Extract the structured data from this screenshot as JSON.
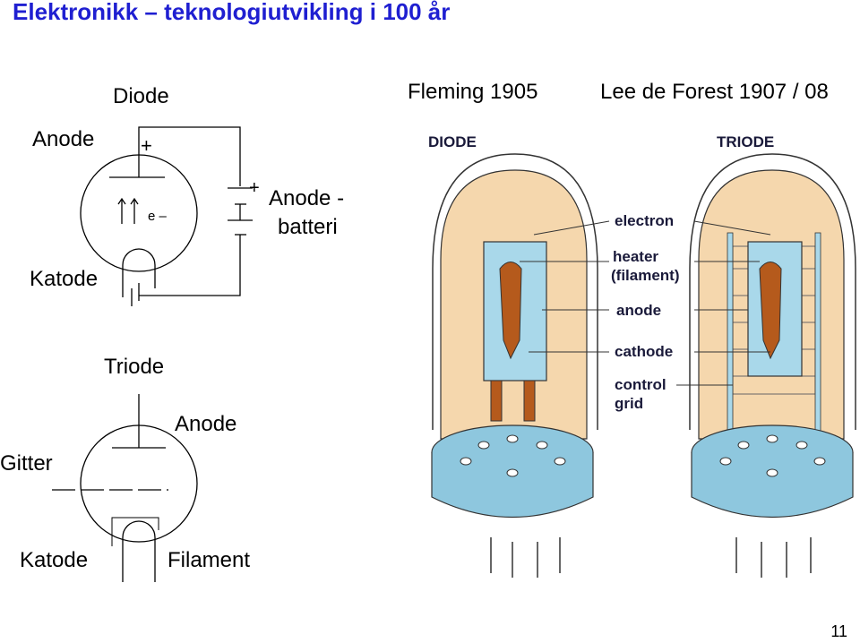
{
  "slide": {
    "title": "Elektronikk – teknologiutvikling i 100 år",
    "page_number": "11"
  },
  "diode_schematic": {
    "heading": "Diode",
    "anode_label": "Anode",
    "cathode_label": "Katode",
    "plus_sign": "+",
    "electron_label": "e –",
    "battery_label_line1": "Anode -",
    "battery_label_line2": "batteri"
  },
  "triode_schematic": {
    "heading": "Triode",
    "grid_label": "Gitter",
    "anode_label": "Anode",
    "cathode_label": "Katode",
    "filament_label": "Filament"
  },
  "history": {
    "fleming": "Fleming 1905",
    "forest": "Lee de Forest 1907 / 08"
  },
  "tube_illustration": {
    "diode_title": "DIODE",
    "triode_title": "TRIODE",
    "callouts": [
      "electron",
      "heater",
      "(filament)",
      "anode",
      "cathode",
      "control",
      "grid"
    ]
  },
  "colors": {
    "title": "#1f1fd1",
    "glass": "#f5d7ad",
    "electrode": "#a9d8ea",
    "filament": "#b55a1c",
    "base": "#8ec7de"
  }
}
